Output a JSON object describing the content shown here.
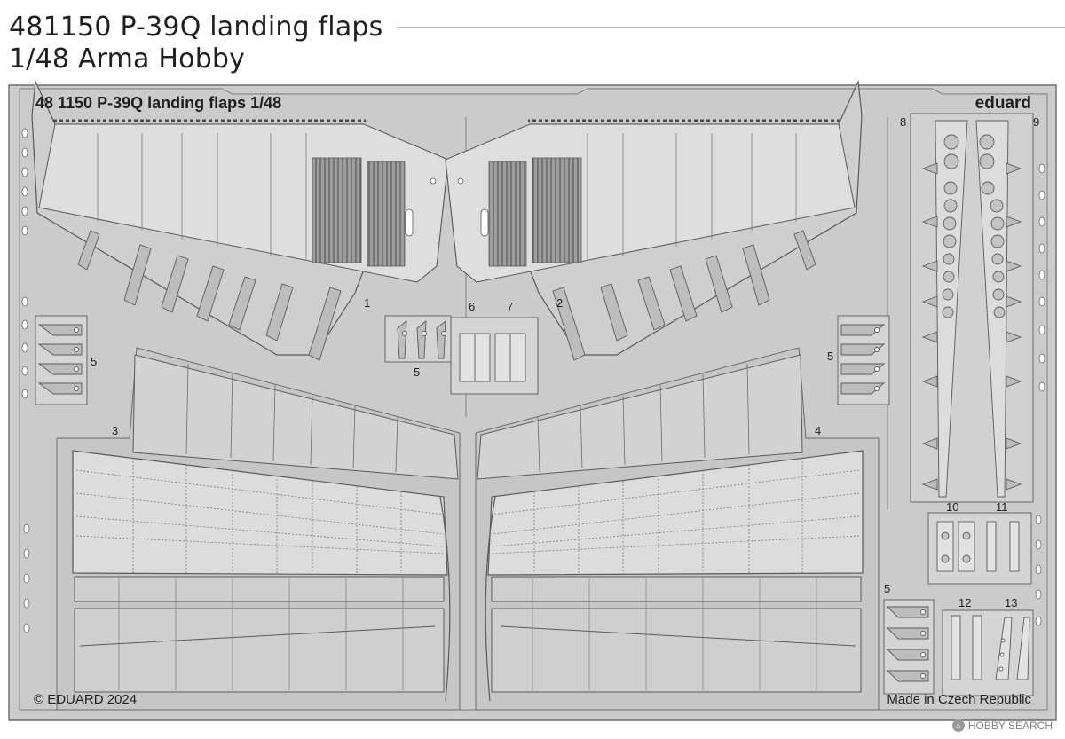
{
  "header": {
    "title_line1": "481150  P-39Q landing flaps",
    "title_line2": "1/48  Arma Hobby"
  },
  "sheet": {
    "fret_title": "48 1150 P-39Q landing flaps 1/48",
    "brand": "eduard",
    "copyright": "© EDUARD 2024",
    "origin": "Made in Czech Republic",
    "part_numbers": {
      "p1": "1",
      "p2": "2",
      "p3": "3",
      "p4": "4",
      "p5a": "5",
      "p5b": "5",
      "p5c": "5",
      "p5d": "5",
      "p6": "6",
      "p7": "7",
      "p8": "8",
      "p9": "9",
      "p10": "10",
      "p11": "11",
      "p12": "12",
      "p13": "13"
    }
  },
  "watermark": {
    "icon": "hobby-search-logo-icon",
    "text": "HOBBY SEARCH"
  },
  "colors": {
    "fret": "#c9c9c9",
    "part": "#cfcfcf",
    "line": "#5a5a5a",
    "background": "#ffffff"
  }
}
